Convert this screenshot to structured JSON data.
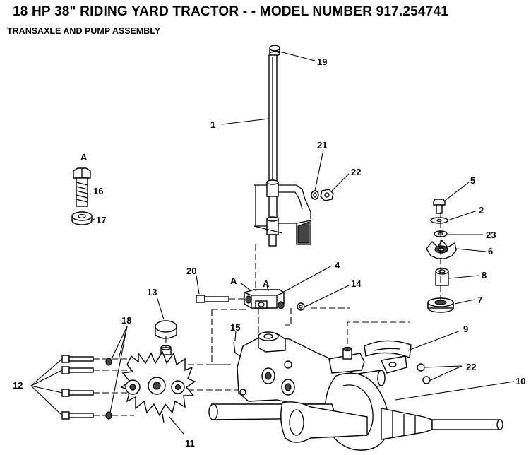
{
  "header": {
    "title": "18 HP 38\" RIDING YARD TRACTOR - - MODEL NUMBER 917.254741",
    "subtitle": "TRANSAXLE AND PUMP ASSEMBLY"
  },
  "callouts": {
    "c1": "1",
    "c2": "2",
    "c4": "4",
    "c5": "5",
    "c6": "6",
    "c7": "7",
    "c8": "8",
    "c9": "9",
    "c10": "10",
    "c11": "11",
    "c12": "12",
    "c13": "13",
    "c14": "14",
    "c15": "15",
    "c16": "16",
    "c17": "17",
    "c18": "18",
    "c19": "19",
    "c20": "20",
    "c21": "21",
    "c22a": "22",
    "c22b": "22",
    "c23": "23",
    "refA": "A",
    "refA1": "A",
    "refA2": "A"
  }
}
